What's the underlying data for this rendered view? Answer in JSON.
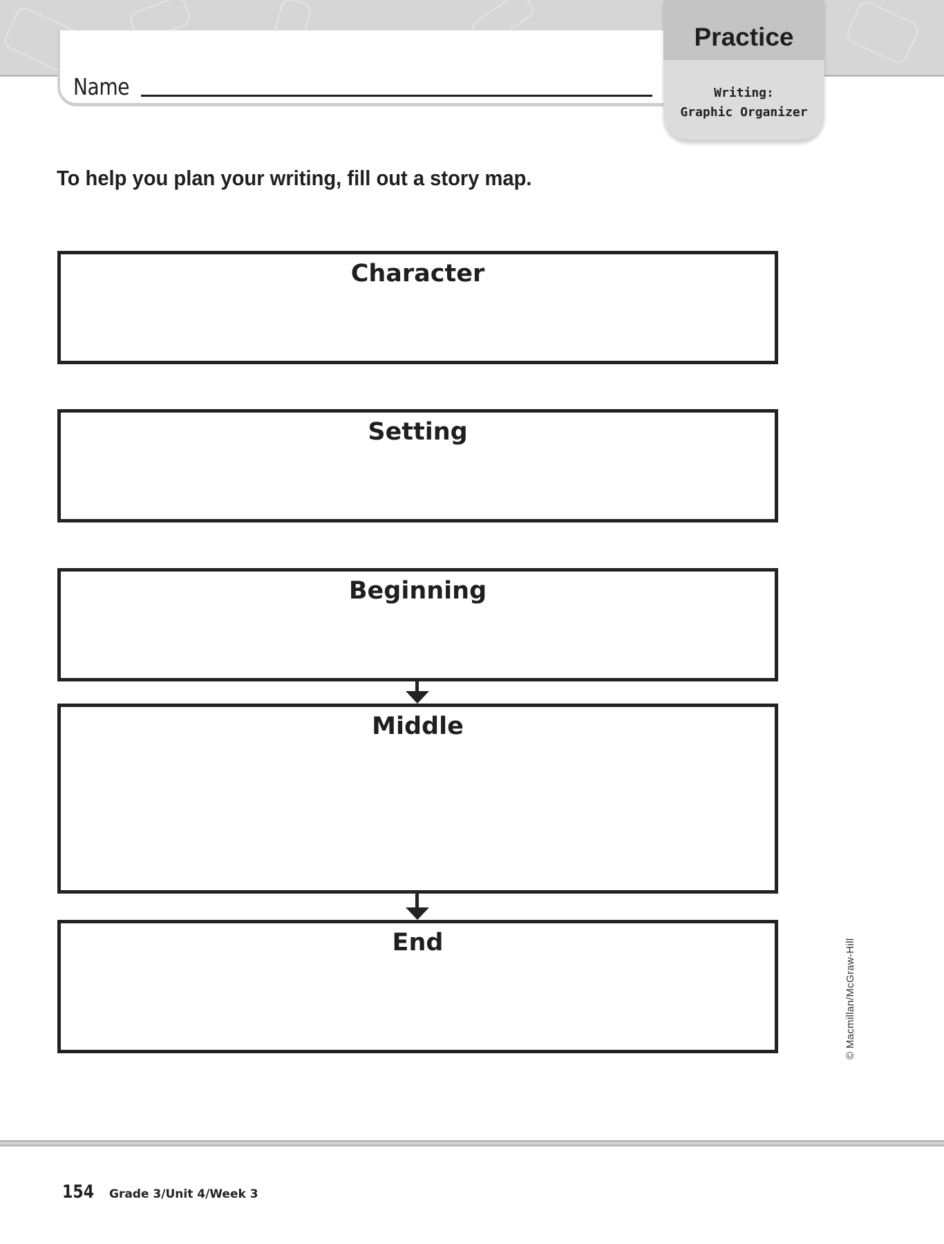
{
  "header": {
    "name_label": "Name",
    "tab_title": "Practice",
    "tab_subtitle_line1": "Writing:",
    "tab_subtitle_line2": "Graphic Organizer"
  },
  "instruction": "To help you plan your writing, fill out a story map.",
  "story_map": {
    "boxes": [
      {
        "label": "Character",
        "value": ""
      },
      {
        "label": "Setting",
        "value": ""
      },
      {
        "label": "Beginning",
        "value": ""
      },
      {
        "label": "Middle",
        "value": ""
      },
      {
        "label": "End",
        "value": ""
      }
    ],
    "arrows": [
      "Beginning → Middle",
      "Middle → End"
    ]
  },
  "copyright": "© Macmillan/McGraw-Hill",
  "footer": {
    "page_number": "154",
    "grade_info": "Grade 3/Unit 4/Week 3"
  },
  "colors": {
    "ink": "#222222",
    "header_band": "#d6d6d6",
    "tab_top": "#c4c4c4",
    "tab_bottom": "#dcdcdc"
  }
}
